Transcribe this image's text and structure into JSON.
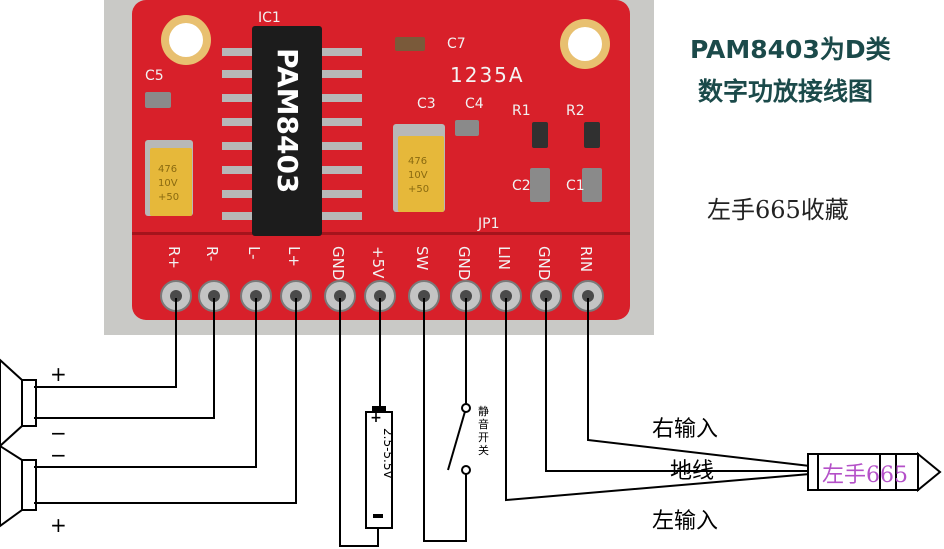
{
  "caption": {
    "line1": "PAM8403为D类",
    "line2": "数字功放接线图"
  },
  "credit": "左手665收藏",
  "board": {
    "chip_label": "PAM8403",
    "ic_label": "IC1",
    "silk_code": "1235A",
    "jumper_label": "JP1",
    "components": {
      "c5": "C5",
      "c7": "C7",
      "c3": "C3",
      "c4": "C4",
      "r1": "R1",
      "r2": "R2",
      "c2": "C2",
      "c1": "C1"
    },
    "tantalum_text": {
      "line1": "476",
      "line2": "10V",
      "line3": "+50"
    },
    "pins": [
      "R+",
      "R-",
      "L-",
      "L+",
      "GND",
      "+5V",
      "SW",
      "GND",
      "LIN",
      "GND",
      "RIN"
    ]
  },
  "speakers": {
    "top_plus": "+",
    "top_minus": "−",
    "bottom_minus": "−",
    "bottom_plus": "+"
  },
  "battery_label": "2.5-5.5V",
  "switch_label": "静音开关",
  "jack": {
    "right_input": "右输入",
    "ground": "地线",
    "left_input": "左输入",
    "plug_label": "左手665"
  },
  "colors": {
    "board": "#d8202a",
    "chip": "#1c1c1c",
    "caption": "#1b4a4a",
    "plug_text": "#b450c8"
  }
}
